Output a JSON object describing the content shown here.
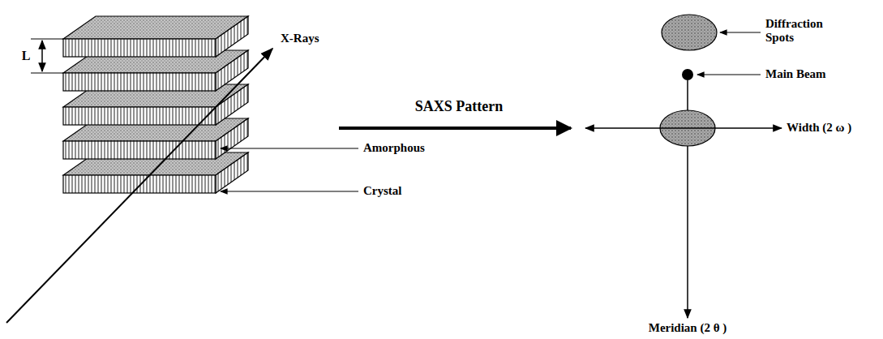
{
  "diagram": {
    "labels": [
      "X-Rays",
      "L",
      "SAXS Pattern",
      "Amorphous",
      "Crystal",
      "Diffraction Spots",
      "Main Beam",
      "Width (2 ω )",
      "Meridian (2 θ )"
    ]
  }
}
